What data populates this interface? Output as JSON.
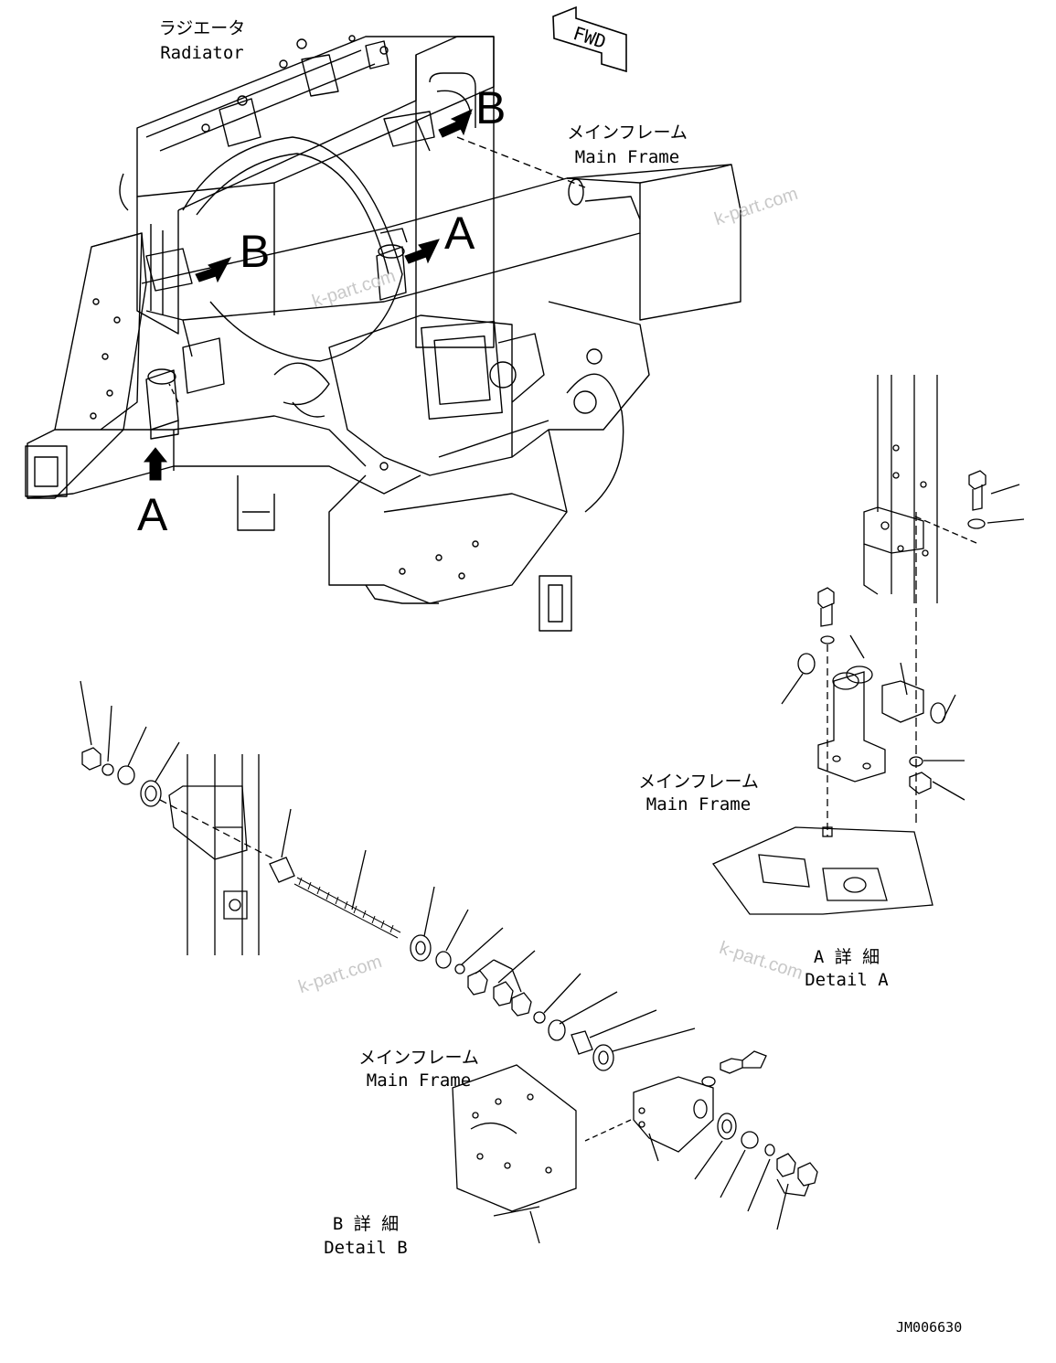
{
  "labels": {
    "radiator_jp": "ラジエータ",
    "radiator_en": "Radiator",
    "main_frame_jp": "メインフレーム",
    "main_frame_en": "Main Frame",
    "detail_a_jp": "A 詳 細",
    "detail_a_en": "Detail A",
    "detail_b_jp": "B 詳 細",
    "detail_b_en": "Detail B",
    "fwd": "FWD",
    "view_a": "A",
    "view_b": "B"
  },
  "watermark": "k-part.com",
  "drawing_code": "JM006630"
}
